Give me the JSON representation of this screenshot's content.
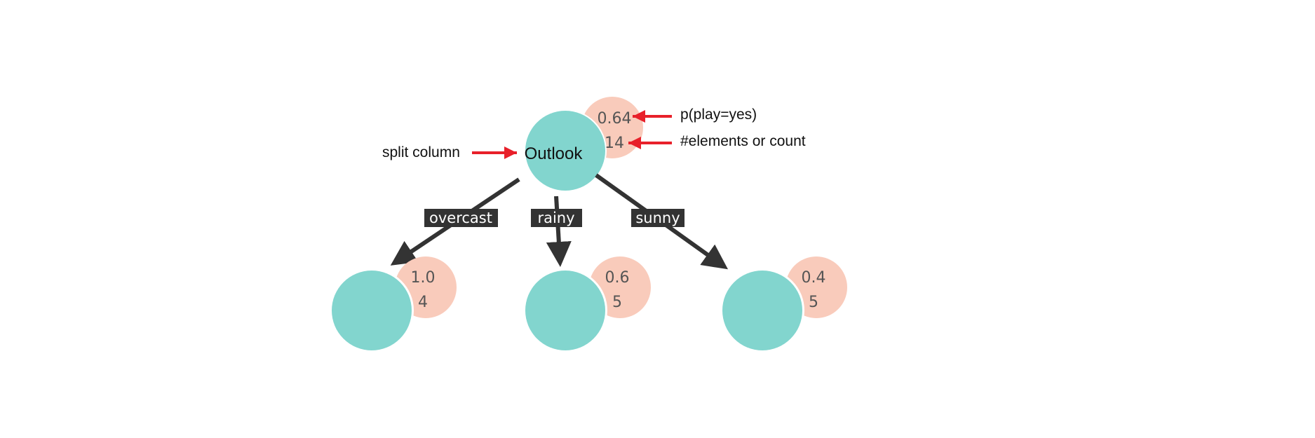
{
  "colors": {
    "node": "#82d5ce",
    "stat": "#f9cbbb",
    "edge": "#333333",
    "annotation_arrow": "#e8202a"
  },
  "root": {
    "split_column": "Outlook",
    "p_yes": "0.64",
    "count": "14"
  },
  "edges": [
    {
      "label": "overcast"
    },
    {
      "label": "rainy"
    },
    {
      "label": "sunny"
    }
  ],
  "children": [
    {
      "p_yes": "1.0",
      "count": "4"
    },
    {
      "p_yes": "0.6",
      "count": "5"
    },
    {
      "p_yes": "0.4",
      "count": "5"
    }
  ],
  "annotations": {
    "split": "split column",
    "prob": "p(play=yes)",
    "count": "#elements or count"
  }
}
